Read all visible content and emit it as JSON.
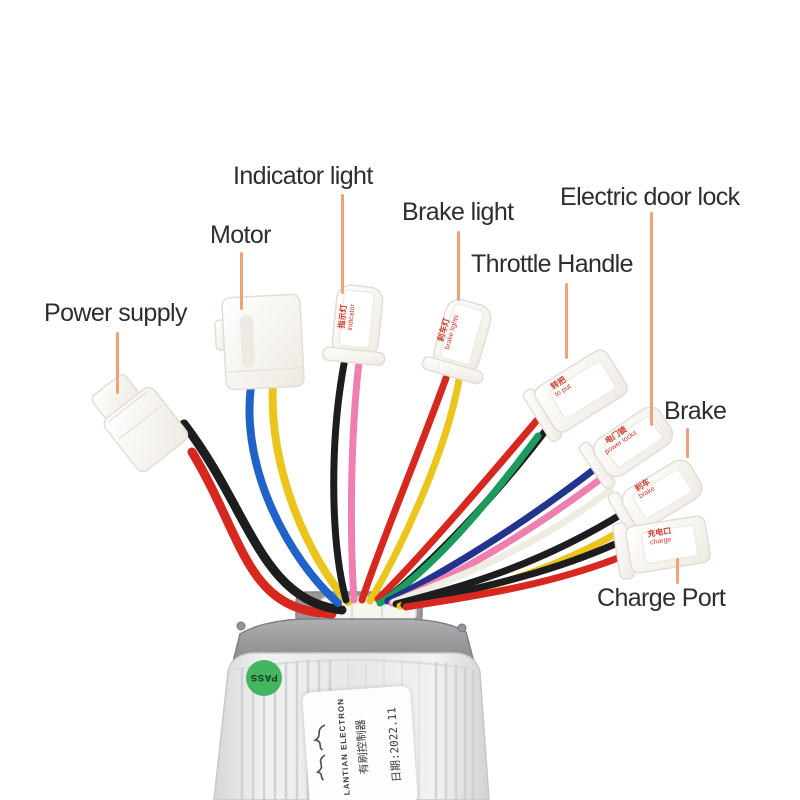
{
  "image_type": "annotated product photo",
  "product": "brushed motor controller with wiring harness",
  "callouts": [
    {
      "id": "power-supply",
      "text": "Power supply"
    },
    {
      "id": "motor",
      "text": "Motor"
    },
    {
      "id": "indicator-light",
      "text": "Indicator light"
    },
    {
      "id": "brake-light",
      "text": "Brake light"
    },
    {
      "id": "throttle-handle",
      "text": "Throttle Handle"
    },
    {
      "id": "electric-door-lock",
      "text": "Electric door lock"
    },
    {
      "id": "brake",
      "text": "Brake"
    },
    {
      "id": "charge-port",
      "text": "Charge Port"
    }
  ],
  "connector_tags": {
    "indicator": {
      "cn": "指示灯",
      "en": "indicator"
    },
    "brake_light": {
      "cn": "刹车灯",
      "en": "brake lights"
    },
    "throttle": {
      "cn": "转把",
      "en": "to put"
    },
    "power_locks": {
      "cn": "电门锁",
      "en": "power locks"
    },
    "brake": {
      "cn": "刹车",
      "en": "brake"
    },
    "charge": {
      "cn": "充电口",
      "en": "charge"
    }
  },
  "controller": {
    "pass_sticker": "PASS",
    "brand_line": "LANTIAN ELECTRON",
    "product_line": "有刷控制器",
    "date_line": "日期:2022.11"
  },
  "colors": {
    "background": "#ffffff",
    "label_text": "#2e2e2e",
    "leader_line": "#eda27a",
    "connector_tag_text": "#d03a2c",
    "pass_sticker_green": "#44b561",
    "cap_gray": "#97979a",
    "body_silver": "#ececee",
    "wire_red": "#d6281e",
    "wire_black": "#1d1d1f",
    "wire_yellow": "#ecc51c",
    "wire_blue": "#2063c8",
    "wire_navy": "#23348f",
    "wire_green": "#1d9a5e",
    "wire_pink": "#ee7fae",
    "wire_white": "#efece2"
  }
}
